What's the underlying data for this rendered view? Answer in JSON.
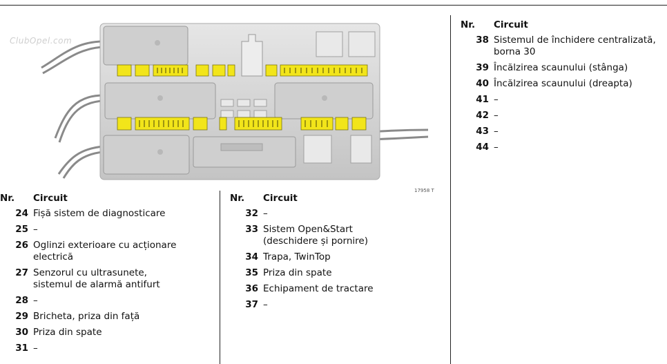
{
  "watermark": "ClubOpel.com",
  "figure": {
    "code": "17958 T"
  },
  "tables": [
    {
      "header": {
        "nr": "Nr.",
        "circuit": "Circuit"
      },
      "rows": [
        {
          "nr": "24",
          "text": "Fișă sistem de diagnosticare"
        },
        {
          "nr": "25",
          "text": "–"
        },
        {
          "nr": "26",
          "text": "Oglinzi exterioare cu acționare electrică"
        },
        {
          "nr": "27",
          "text": "Senzorul cu ultrasunete, sistemul de alarmă antifurt"
        },
        {
          "nr": "28",
          "text": "–"
        },
        {
          "nr": "29",
          "text": "Bricheta, priza din față"
        },
        {
          "nr": "30",
          "text": "Priza din spate"
        },
        {
          "nr": "31",
          "text": "–"
        }
      ]
    },
    {
      "header": {
        "nr": "Nr.",
        "circuit": "Circuit"
      },
      "rows": [
        {
          "nr": "32",
          "text": "–"
        },
        {
          "nr": "33",
          "text": "Sistem Open&Start (deschidere și pornire)"
        },
        {
          "nr": "34",
          "text": "Trapa, TwinTop"
        },
        {
          "nr": "35",
          "text": "Priza din spate"
        },
        {
          "nr": "36",
          "text": "Echipament de tractare"
        },
        {
          "nr": "37",
          "text": "–"
        }
      ]
    },
    {
      "header": {
        "nr": "Nr.",
        "circuit": "Circuit"
      },
      "rows": [
        {
          "nr": "38",
          "text": "Sistemul de închidere centralizată, borna 30"
        },
        {
          "nr": "39",
          "text": "Încălzirea scaunului (stânga)"
        },
        {
          "nr": "40",
          "text": "Încălzirea scaunului (dreapta)"
        },
        {
          "nr": "41",
          "text": "–"
        },
        {
          "nr": "42",
          "text": "–"
        },
        {
          "nr": "43",
          "text": "–"
        },
        {
          "nr": "44",
          "text": "–"
        }
      ]
    }
  ],
  "colors": {
    "fuse": "#f2e51a",
    "panel": "#d6d6d6",
    "panel_dark": "#b9b9b9"
  }
}
